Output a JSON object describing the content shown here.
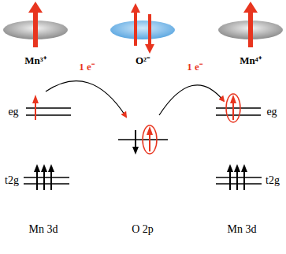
{
  "diagram": {
    "labels": [
      "Mn³⁺",
      "O²⁻",
      "Mn⁴⁺",
      "1 e⁻",
      "1 e⁻",
      "eg",
      "eg",
      "t2g",
      "t2g",
      "Mn 3d",
      "O 2p",
      "Mn 3d"
    ]
  }
}
